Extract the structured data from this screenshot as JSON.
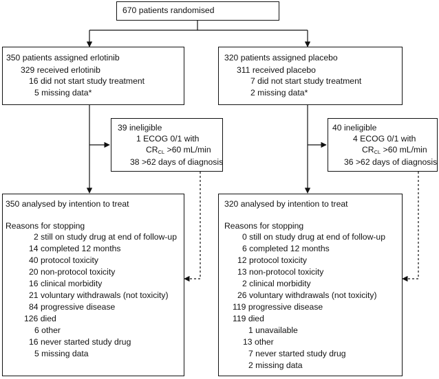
{
  "randomised": "670 patients randomised",
  "erlotinib_alloc": {
    "title": "350 patients assigned erlotinib",
    "received": "329 received erlotinib",
    "not_started": "16 did not start study treatment",
    "missing": "5 missing data*"
  },
  "placebo_alloc": {
    "title": "320 patients assigned placebo",
    "received": "311 received placebo",
    "not_started": "7 did not start study treatment",
    "missing": "2 missing data*"
  },
  "erlotinib_inel": {
    "title": "39 ineligible",
    "ecog": "1 ECOG 0/1 with",
    "cr_base": "CR",
    "cr_sub": "CL",
    "cr_rest": " >60 mL/min",
    "days": "38 >62 days of diagnosis"
  },
  "placebo_inel": {
    "title": "40 ineligible",
    "ecog": "4 ECOG 0/1 with",
    "cr_base": "CR",
    "cr_sub": "CL",
    "cr_rest": " >60 mL/min",
    "days": "36 >62 days of diagnosis"
  },
  "erlotinib_analysis": {
    "title": "350 analysed by intention to treat",
    "reasons": "Reasons for stopping",
    "items": [
      "2 still on study drug at end of follow-up",
      "14 completed 12 months",
      "40 protocol toxicity",
      "20 non-protocol toxicity",
      "16 clinical morbidity",
      "21 voluntary withdrawals (not toxicity)",
      "84 progressive disease",
      "126 died"
    ],
    "died_items": [
      "6 other",
      "16 never started study drug",
      "5 missing data"
    ]
  },
  "placebo_analysis": {
    "title": "320 analysed by intention to treat",
    "reasons": "Reasons for stopping",
    "items": [
      "0 still on study drug at end of follow-up",
      "6 completed 12 months",
      "12 protocol toxicity",
      "13 non-protocol toxicity",
      "2 clinical morbidity",
      "26 voluntary withdrawals (not toxicity)",
      "119 progressive disease",
      "119 died"
    ],
    "died_items": [
      "1 unavailable",
      "13 other",
      "7 never started study drug",
      "2 missing data"
    ]
  }
}
